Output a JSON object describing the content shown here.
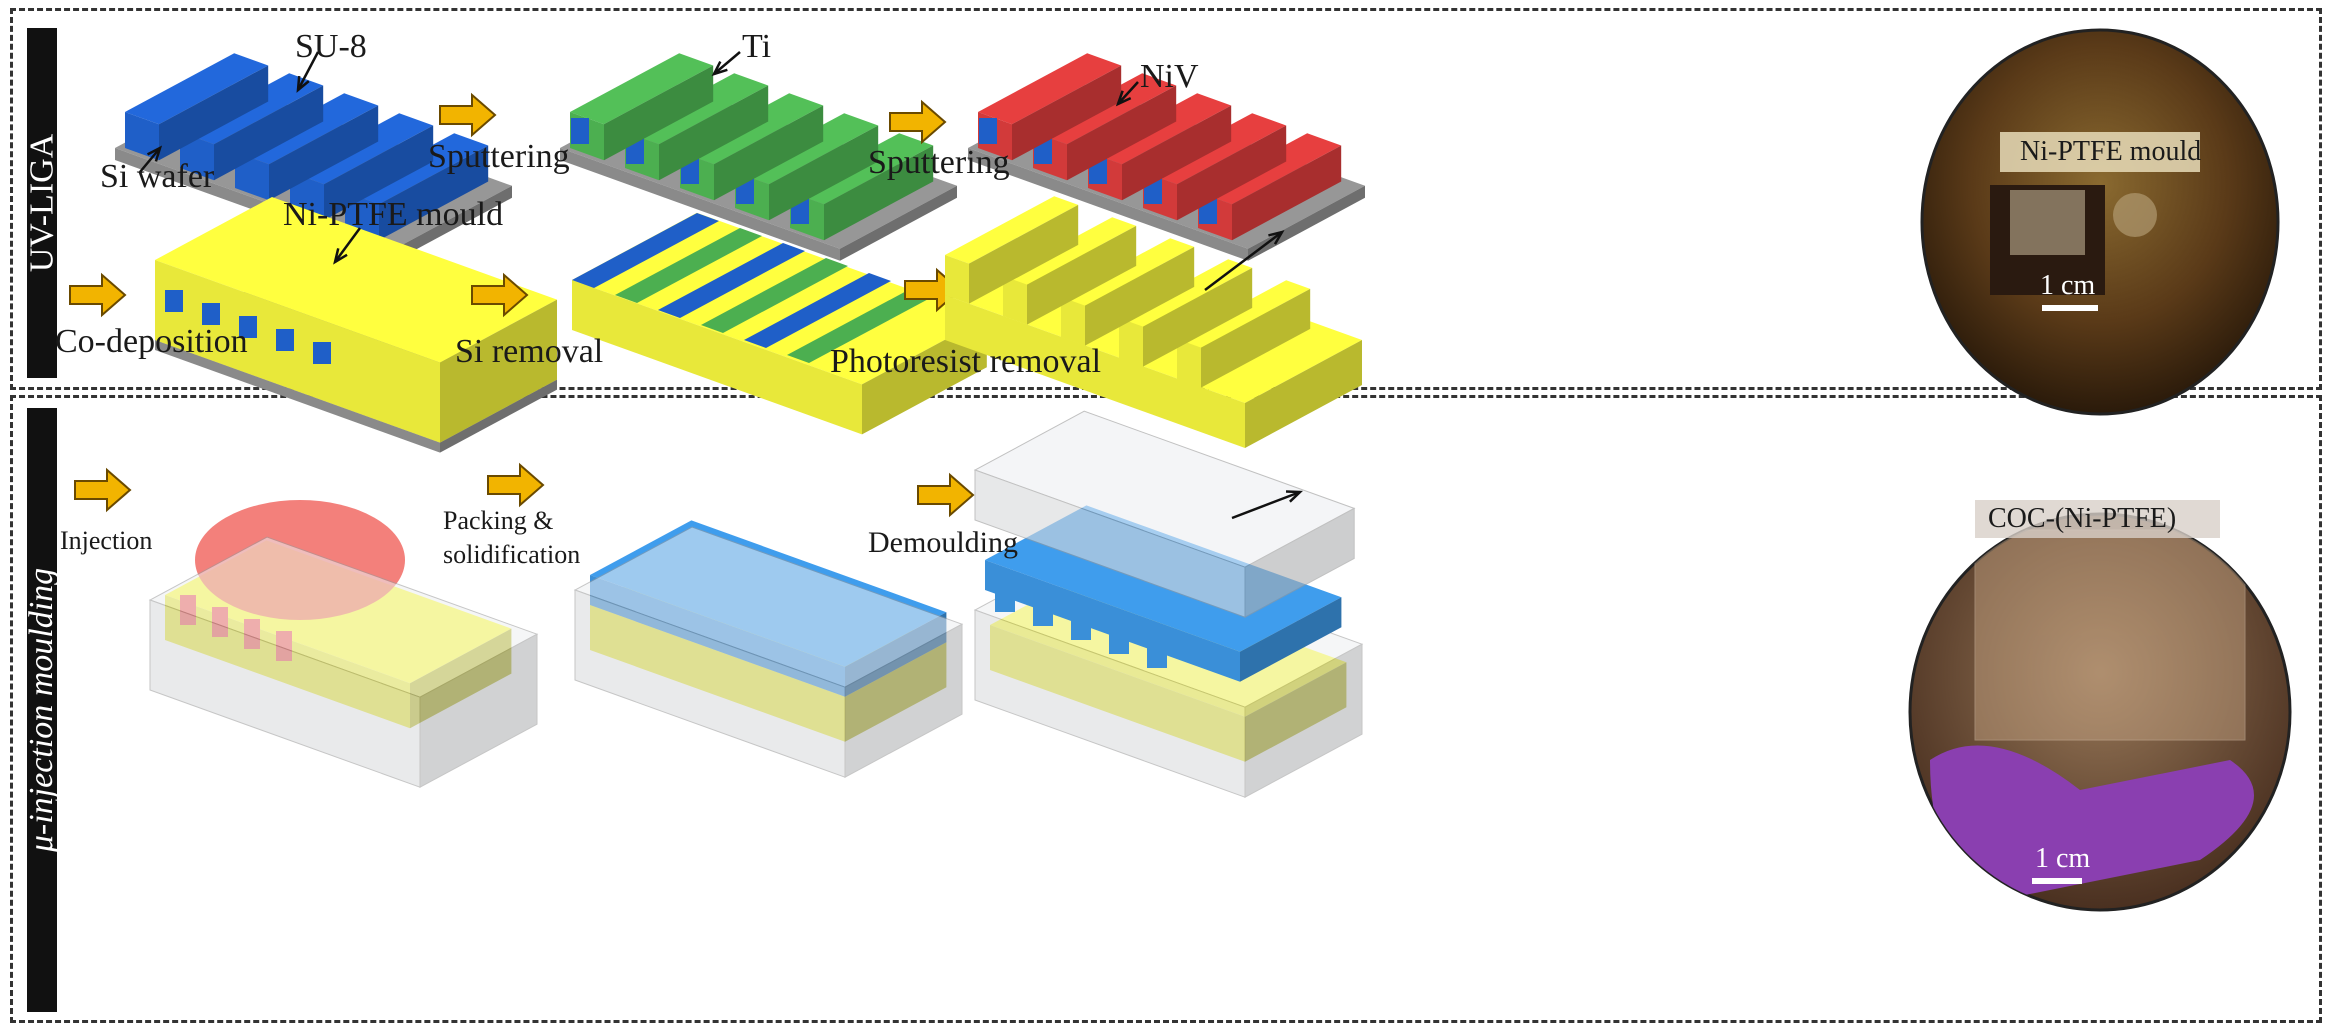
{
  "panels": {
    "top_label": "UV-LIGA",
    "bottom_label": "μ-injection moulding"
  },
  "uv_liga": {
    "su8": "SU-8",
    "si_wafer": "Si wafer",
    "sputtering_1": "Sputtering",
    "ti": "Ti",
    "sputtering_2": "Sputtering",
    "niv": "NiV",
    "co_deposition": "Co-deposition",
    "mould_label": "Ni-PTFE mould",
    "si_removal": "Si removal",
    "photoresist_removal": "Photoresist removal",
    "photo_label": "Ni-PTFE mould",
    "photo_scale": "1 cm"
  },
  "injection": {
    "injection": "Injection",
    "packing_1": "Packing &",
    "packing_2": "solidification",
    "demoulding": "Demoulding",
    "photo_label": "COC-(Ni-PTFE)",
    "photo_scale": "1 cm"
  },
  "colors": {
    "su8_blue": "#1f5fc8",
    "ti_green": "#4caf50",
    "niv_red": "#d23a3a",
    "nickel_yellow": "#e8e83a",
    "si_gray": "#8a8a8a",
    "arrow_yellow": "#f2b400",
    "coc_blue": "#3a8fd8",
    "melt_red": "#f0605a",
    "glove_purple": "#8a3fb0"
  }
}
